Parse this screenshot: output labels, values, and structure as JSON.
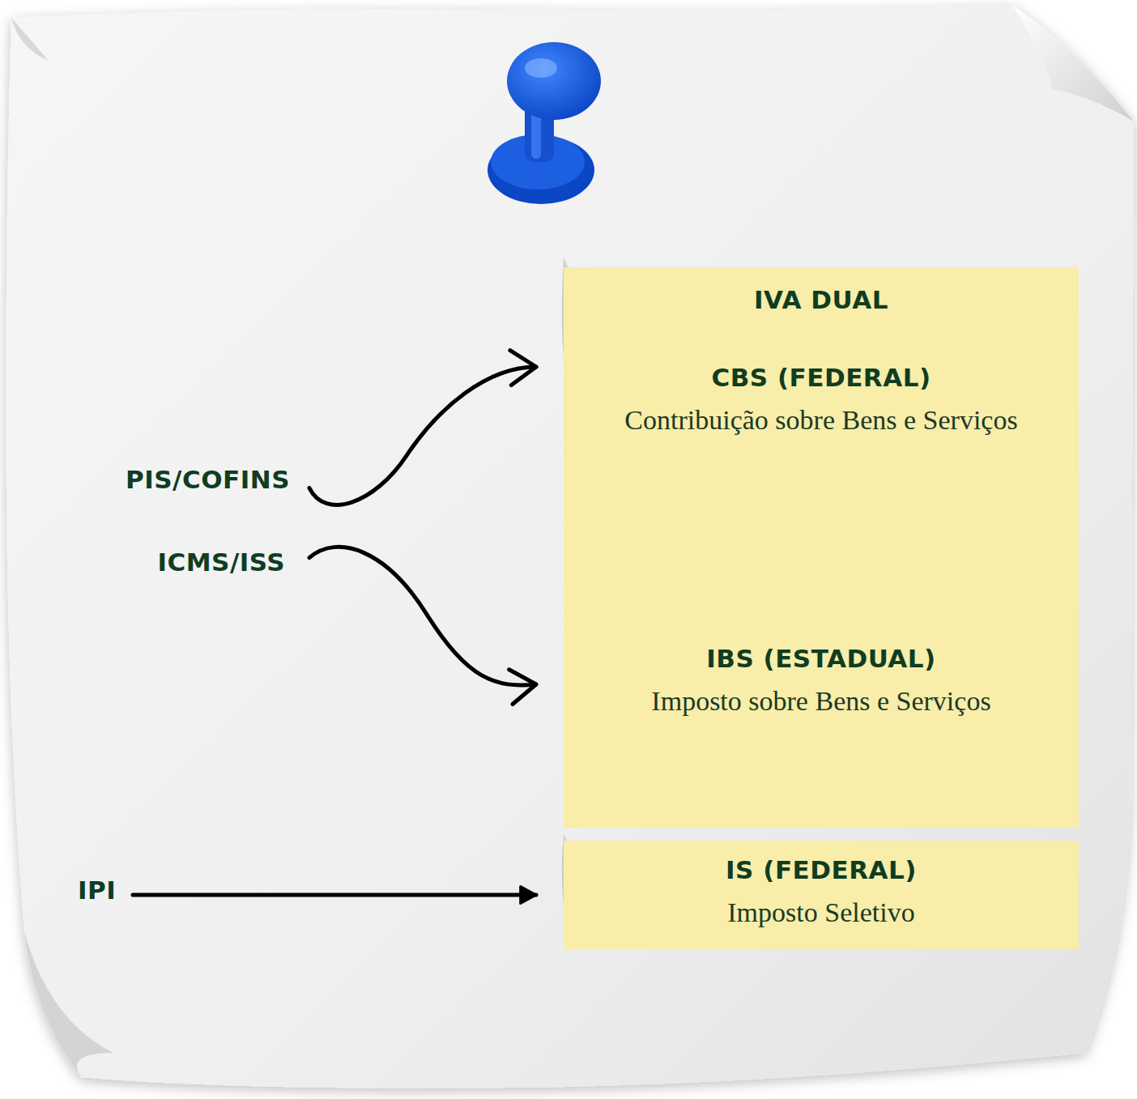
{
  "diagram": {
    "nodes": [
      {
        "text": [
          "IVA DUAL"
        ]
      },
      {
        "text": [
          "CBS (FEDERAL)",
          "Contribuição sobre Bens e Serviços"
        ],
        "in": 0
      },
      {
        "text": [
          "IBS (ESTADUAL)",
          "Imposto sobre Bens e Serviços"
        ],
        "in": 0
      },
      {
        "text": [
          "IS (FEDERAL)",
          "Imposto Seletivo"
        ]
      },
      {
        "text": [
          "PIS/COFINS"
        ]
      },
      {
        "text": [
          "ICMS/ISS"
        ]
      },
      {
        "text": [
          "IPI"
        ]
      }
    ],
    "edges": [
      {
        "from": 4,
        "to": 1,
        "arrow": "to"
      },
      {
        "from": 5,
        "to": 2,
        "arrow": "to"
      },
      {
        "from": 6,
        "to": 3,
        "arrow": "to"
      }
    ]
  }
}
